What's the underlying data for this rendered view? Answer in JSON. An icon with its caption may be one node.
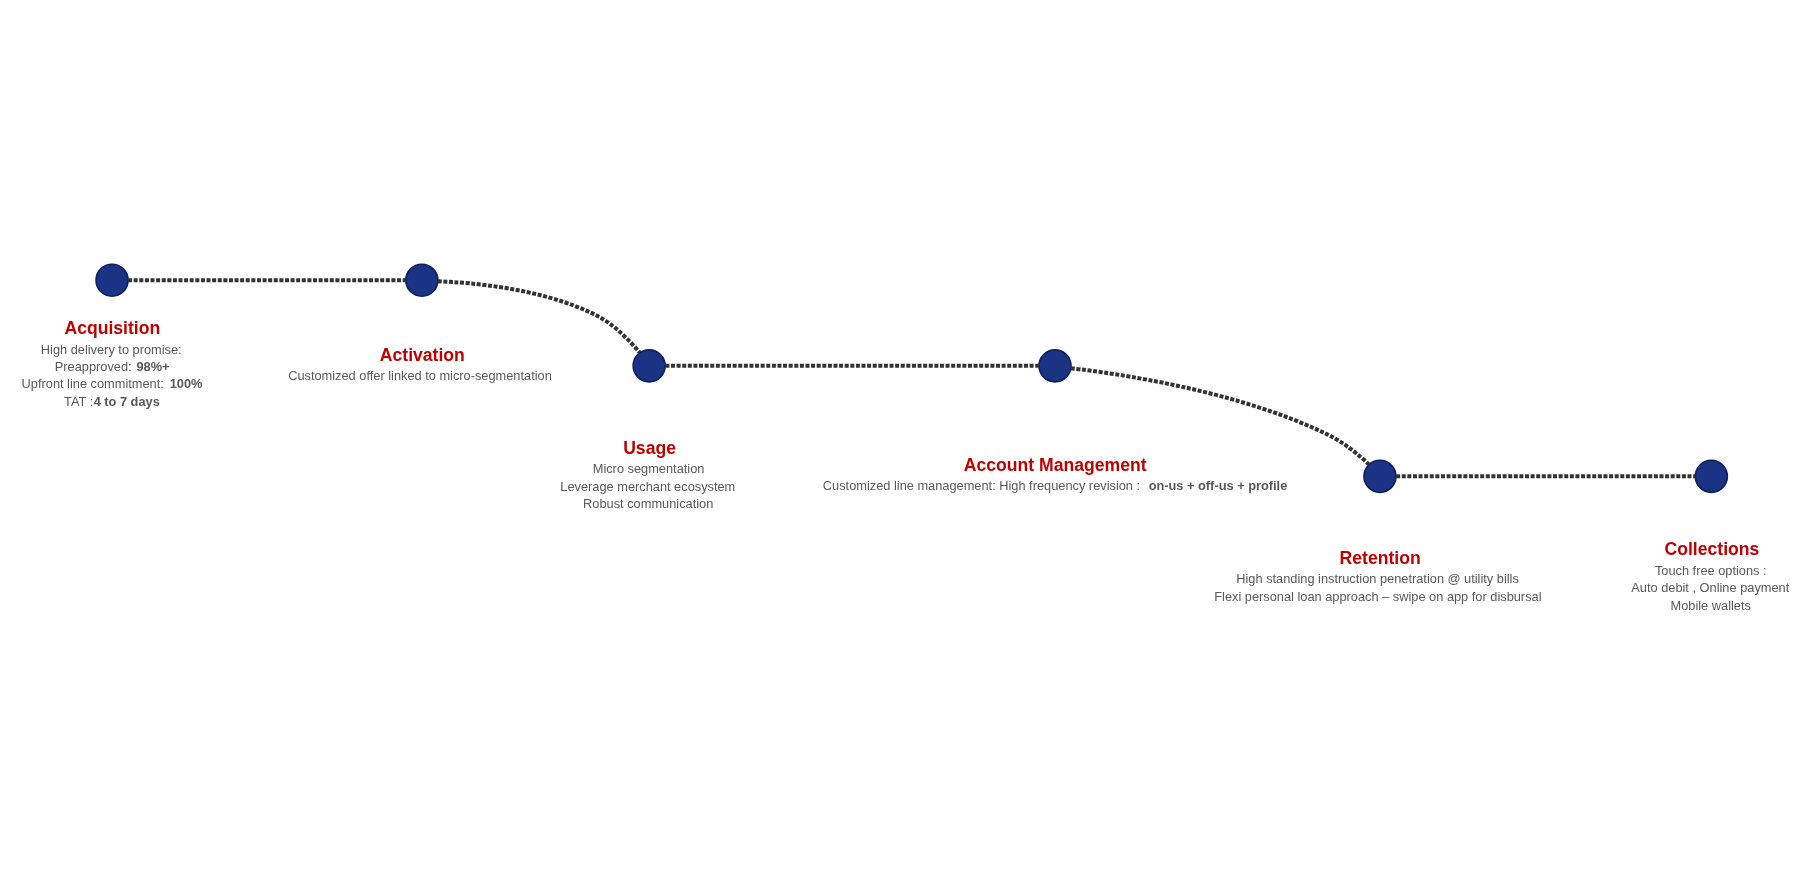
{
  "diagram": {
    "nodes": [
      {
        "text": [],
        "shape": "circle",
        "beside": [
          "Acquisition",
          "High delivery to promise:",
          "Preapproved: **98%+**",
          "Upfront line commitment: **100%**",
          "TAT :**4 to 7 days**"
        ]
      },
      {
        "text": [],
        "shape": "circle",
        "beside": [
          "Activation",
          "Customized offer linked to micro-segmentation"
        ]
      },
      {
        "text": [],
        "shape": "circle",
        "beside": [
          "Usage",
          "Micro segmentation",
          "Leverage merchant ecosystem",
          "Robust communication"
        ]
      },
      {
        "text": [],
        "shape": "circle",
        "beside": [
          "Account Management",
          "Customized line management: High frequency revision : **on-us + off-us + profile**"
        ]
      },
      {
        "text": [],
        "shape": "circle",
        "beside": [
          "Retention",
          "High standing instruction penetration @ utility bills",
          "Flexi personal loan approach – swipe on app for disbursal"
        ]
      },
      {
        "text": [],
        "shape": "circle",
        "beside": [
          "Collections",
          "Touch free options :",
          "Auto debit , Online payment",
          "Mobile wallets"
        ]
      }
    ],
    "edges": [
      {
        "from": 0,
        "to": 1,
        "arrow": "none",
        "style": "dashed"
      },
      {
        "from": 1,
        "to": 2,
        "arrow": "none",
        "style": "dashed"
      },
      {
        "from": 2,
        "to": 3,
        "arrow": "none",
        "style": "dashed"
      },
      {
        "from": 3,
        "to": 4,
        "arrow": "none",
        "style": "dashed"
      },
      {
        "from": 4,
        "to": 5,
        "arrow": "none",
        "style": "dashed"
      }
    ]
  }
}
